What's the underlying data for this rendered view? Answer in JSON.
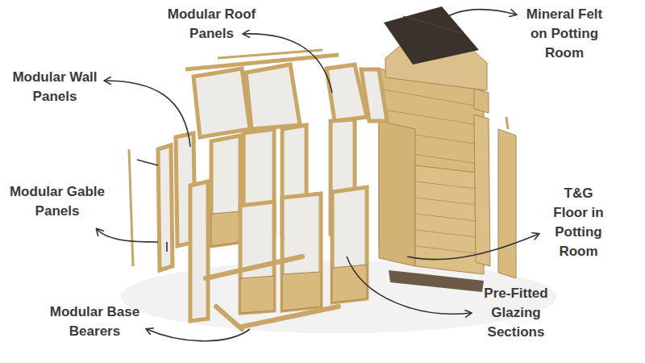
{
  "diagram": {
    "labels": [
      "Modular Roof Panels",
      "Mineral Felt on Potting Room",
      "Modular Wall Panels",
      "T&G Floor in Potting Room",
      "Modular Gable Panels",
      "Pre-Fitted Glazing Sections",
      "Modular Base Bearers"
    ]
  }
}
